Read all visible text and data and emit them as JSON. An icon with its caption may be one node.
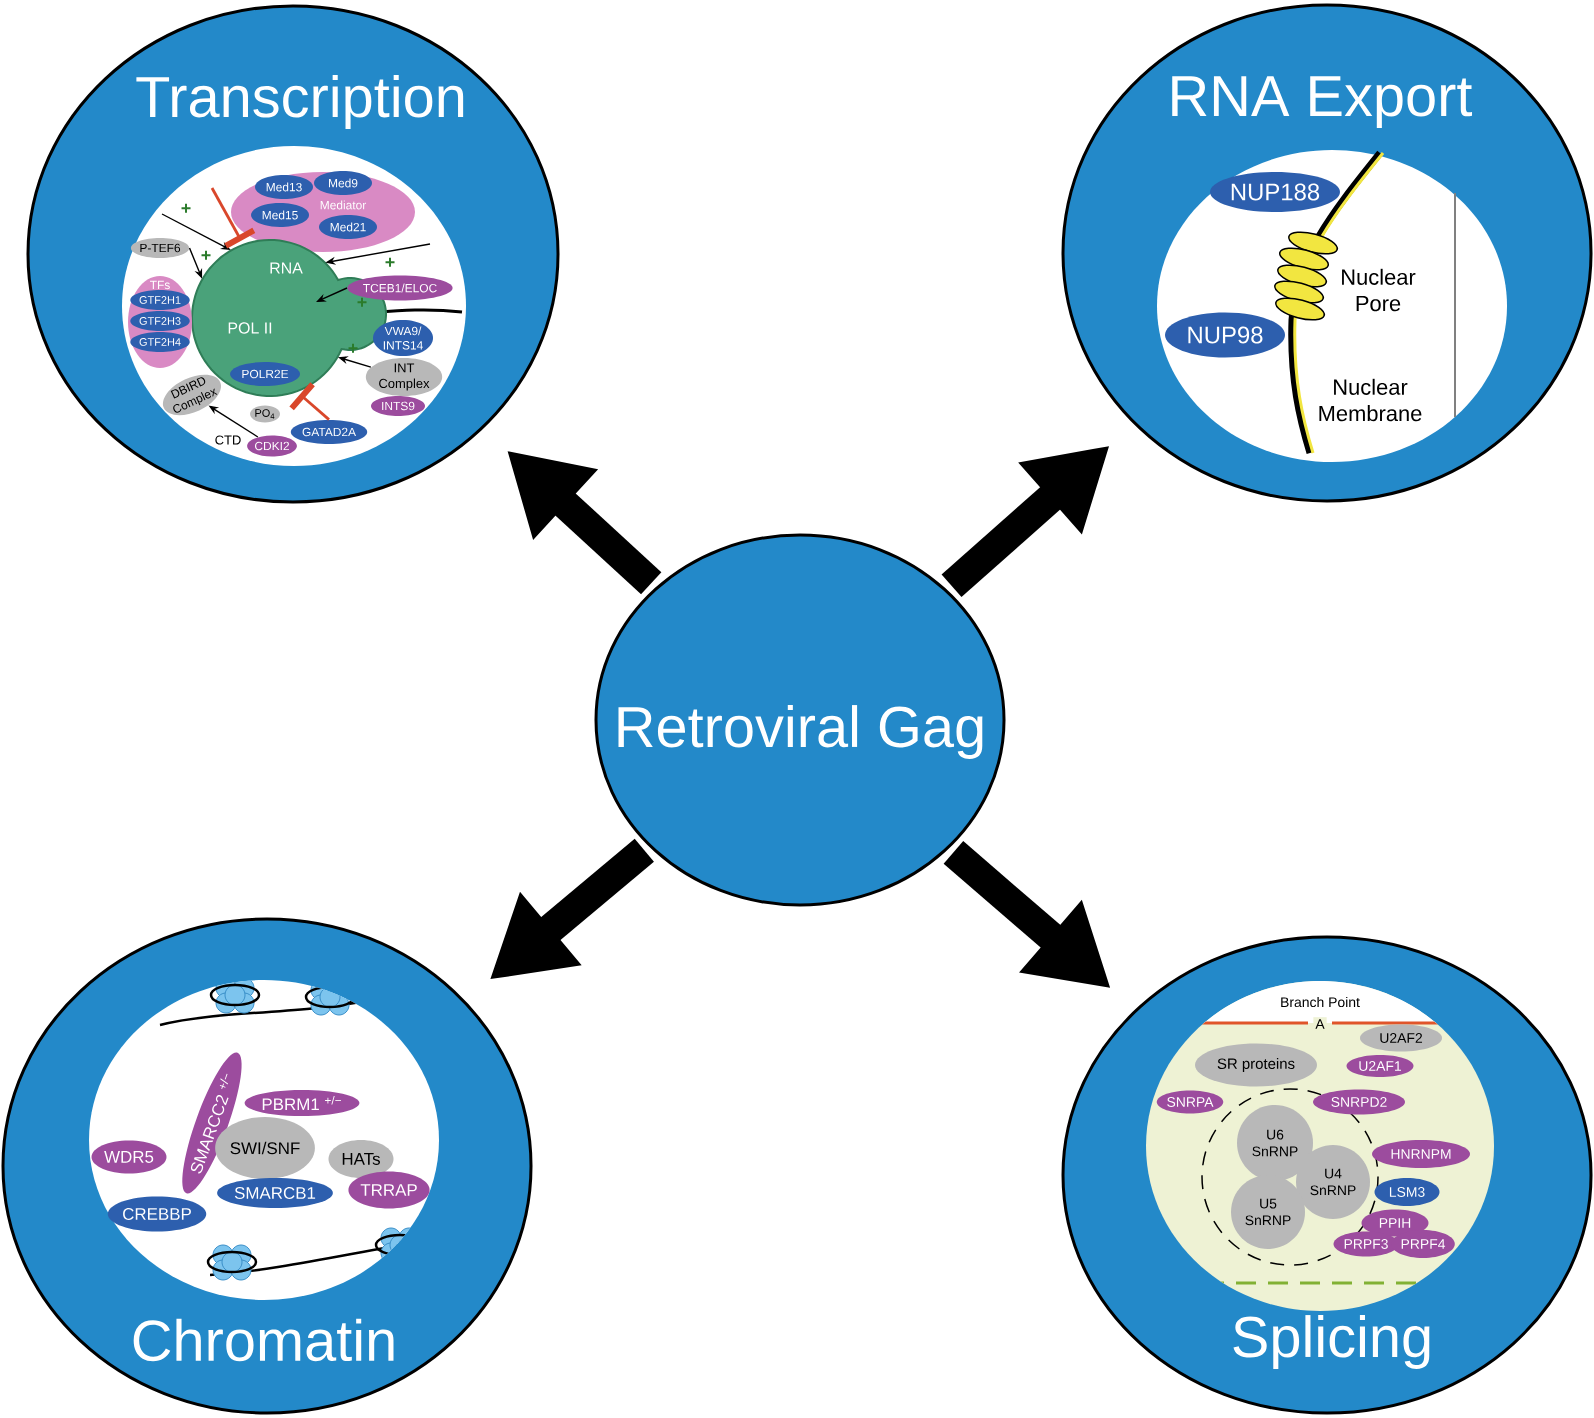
{
  "diagram": {
    "nodes": [
      {
        "text": [
          "Transcription"
        ]
      },
      {
        "text": [
          "RNA Export"
        ]
      },
      {
        "text": [
          "Chromatin"
        ]
      },
      {
        "text": [
          "Splicing"
        ]
      },
      {
        "text": [
          "Retroviral Gag"
        ]
      },
      {
        "text": [
          "Mediator"
        ],
        "in": 0
      },
      {
        "text": [
          "Med13"
        ],
        "in": 5
      },
      {
        "text": [
          "Med9"
        ],
        "in": 5
      },
      {
        "text": [
          "Med15"
        ],
        "in": 5
      },
      {
        "text": [
          "Med21"
        ],
        "in": 5
      },
      {
        "text": [
          "RNA",
          "POL II"
        ],
        "in": 0
      },
      {
        "text": [
          "POLR2E"
        ],
        "in": 10
      },
      {
        "text": [
          "TFs"
        ],
        "in": 0
      },
      {
        "text": [
          "GTF2H1"
        ],
        "in": 12
      },
      {
        "text": [
          "GTF2H3"
        ],
        "in": 12
      },
      {
        "text": [
          "GTF2H4"
        ],
        "in": 12
      },
      {
        "text": [
          "P-TEF6"
        ],
        "in": 0
      },
      {
        "text": [
          "TCEB1/ELOC"
        ],
        "in": 0
      },
      {
        "text": [
          "VWA9/ INTS14"
        ],
        "in": 0
      },
      {
        "text": [
          "INT Complex"
        ],
        "in": 0
      },
      {
        "text": [
          "INTS9"
        ],
        "in": 0
      },
      {
        "text": [
          "GATAD2A"
        ],
        "in": 0
      },
      {
        "text": [
          "PO$_{4}$"
        ],
        "in": 0
      },
      {
        "text": [
          "CDKI2"
        ],
        "in": 0
      },
      {
        "text": [
          "DBIRD Complex"
        ],
        "in": 0
      },
      {
        "text": [
          "NUP188"
        ],
        "in": 1
      },
      {
        "text": [
          "NUP98"
        ],
        "in": 1
      },
      {
        "text": [
          "SMARCC2 $^{+/−}$"
        ],
        "in": 2
      },
      {
        "text": [
          "PBRM1 $^{+/−}$"
        ],
        "in": 2
      },
      {
        "text": [
          "WDR5"
        ],
        "in": 2
      },
      {
        "text": [
          "SWI/SNF"
        ],
        "in": 2
      },
      {
        "text": [
          "HATs"
        ],
        "in": 2
      },
      {
        "text": [
          "TRRAP"
        ],
        "in": 2
      },
      {
        "text": [
          "SMARCB1"
        ],
        "in": 2
      },
      {
        "text": [
          "CREBBP"
        ],
        "in": 2
      },
      {
        "text": [
          "U2AF2"
        ],
        "in": 3
      },
      {
        "text": [
          "SR proteins"
        ],
        "in": 3
      },
      {
        "text": [
          "U2AF1"
        ],
        "in": 3
      },
      {
        "text": [
          "SNRPA"
        ],
        "in": 3
      },
      {
        "text": [
          "SNRPD2"
        ],
        "in": 3
      },
      {
        "text": [
          "U6 SnRNP"
        ],
        "in": 3
      },
      {
        "text": [
          "U4 SnRNP"
        ],
        "in": 3
      },
      {
        "text": [
          "U5 SnRNP"
        ],
        "in": 3
      },
      {
        "text": [
          "HNRNPM"
        ],
        "in": 3
      },
      {
        "text": [
          "LSM3"
        ],
        "in": 3
      },
      {
        "text": [
          "PPIH"
        ],
        "in": 3
      },
      {
        "text": [
          "PRPF3"
        ],
        "in": 3
      },
      {
        "text": [
          "PRPF4"
        ],
        "in": 3
      }
    ],
    "edges": [
      {
        "from": 4,
        "to": 0,
        "arrow": "to",
        "style": "thick"
      },
      {
        "from": 4,
        "to": 1,
        "arrow": "to",
        "style": "thick"
      },
      {
        "from": 4,
        "to": 2,
        "arrow": "to",
        "style": "thick"
      },
      {
        "from": 4,
        "to": 3,
        "arrow": "to",
        "style": "thick"
      },
      {
        "from": 16,
        "to": 10,
        "arrow": "to",
        "label": "+"
      },
      {
        "from": 17,
        "to": 10,
        "arrow": "to",
        "label": "+"
      },
      {
        "from": 19,
        "to": 10,
        "arrow": "to",
        "label": "+"
      },
      {
        "from": 21,
        "to": 10,
        "arrow": "other",
        "color": "#d9472b"
      },
      {
        "from": 23,
        "to": 24,
        "arrow": "to"
      },
      {
        "from": null,
        "to": 10,
        "arrow": "to",
        "label": "+"
      },
      {
        "from": null,
        "to": 10,
        "arrow": "to",
        "label": "+"
      },
      {
        "from": null,
        "to": 10,
        "arrow": "other",
        "color": "#d9472b"
      }
    ],
    "labels": [
      "CTD",
      "Nuclear Pore",
      "Nuclear Membrane",
      "Branch Point",
      "A"
    ]
  }
}
